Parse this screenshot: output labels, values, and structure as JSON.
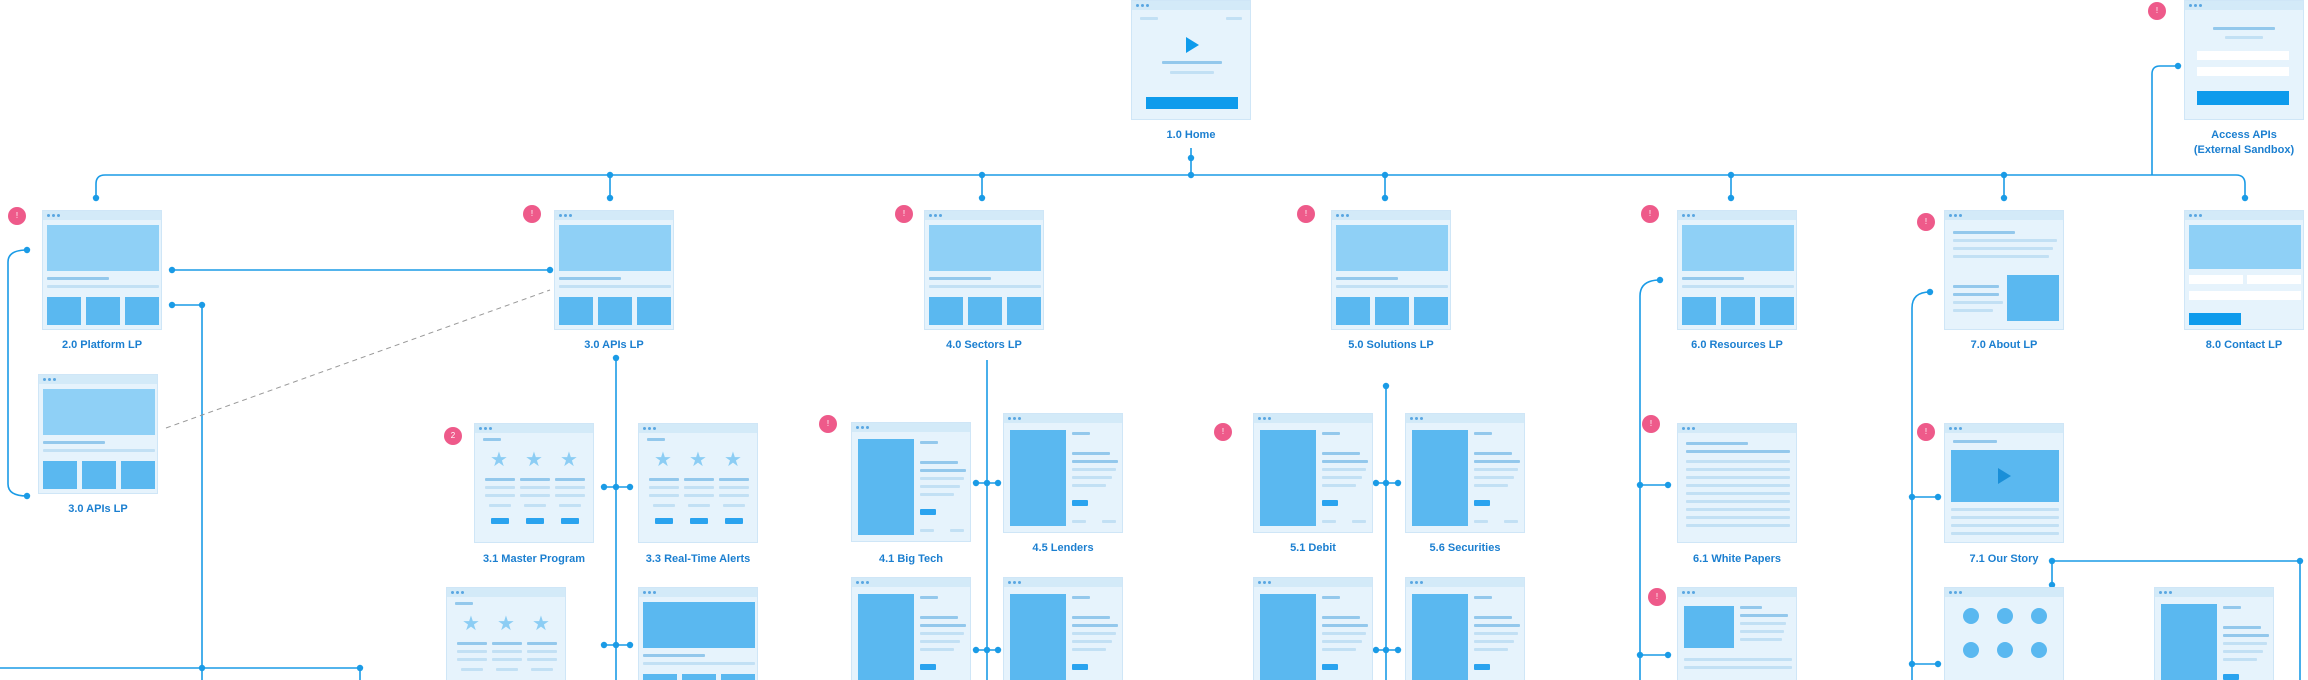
{
  "nodes": {
    "home": "1.0 Home",
    "access_apis": [
      "Access APIs",
      "(External Sandbox)"
    ],
    "platform": "2.0 Platform LP",
    "apis_lp": "3.0 APIs LP",
    "apis_lp_variant": "3.0 APIs LP",
    "sectors": "4.0 Sectors LP",
    "solutions": "5.0 Solutions LP",
    "resources": "6.0 Resources LP",
    "about": "7.0 About LP",
    "contact": "8.0 Contact LP",
    "master_program": "3.1 Master Program",
    "real_time_alerts": "3.3 Real-Time Alerts",
    "big_tech": "4.1 Big Tech",
    "lenders": "4.5 Lenders",
    "debit": "5.1 Debit",
    "securities": "5.6 Securities",
    "white_papers": "6.1 White Papers",
    "our_story": "7.1 Our Story"
  },
  "badges": {
    "access": "!",
    "platform": "!",
    "apis": "!",
    "sectors": "!",
    "solutions": "!",
    "resources": "!",
    "about": "!",
    "master": "2",
    "big_tech": "!",
    "debit": "!",
    "white_papers": "!",
    "our_story": "!",
    "resources_child": "!"
  },
  "colors": {
    "connector": "#1a9be6",
    "badge": "#ee5a8a",
    "label": "#1b7fd0",
    "card": "#e6f3fc"
  }
}
